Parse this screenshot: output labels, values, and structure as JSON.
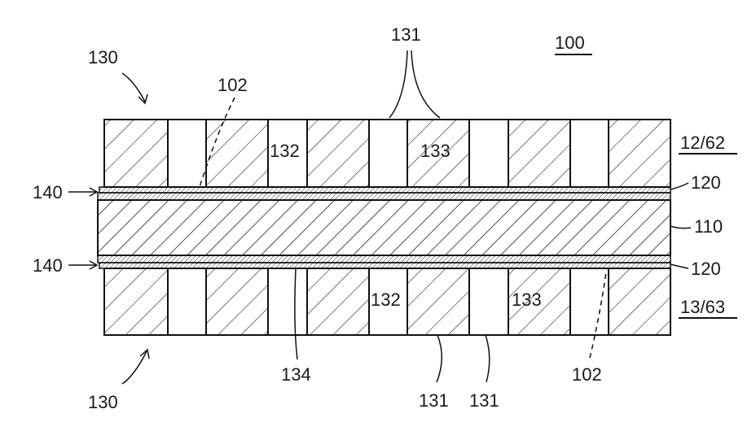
{
  "figure": {
    "labels": {
      "ref_100": "100",
      "ref_130_top": "130",
      "ref_130_bottom": "130",
      "ref_131_top": "131",
      "ref_131_bottom_a": "131",
      "ref_131_bottom_b": "131",
      "ref_102_top": "102",
      "ref_102_bottom": "102",
      "ref_132_top": "132",
      "ref_132_bottom": "132",
      "ref_133_top": "133",
      "ref_133_bottom": "133",
      "ref_134": "134",
      "ref_140_top": "140",
      "ref_140_bottom": "140",
      "ref_120_top": "120",
      "ref_120_bottom": "120",
      "ref_110": "110",
      "ref_12_62": "12/62",
      "ref_13_63": "13/63"
    }
  }
}
